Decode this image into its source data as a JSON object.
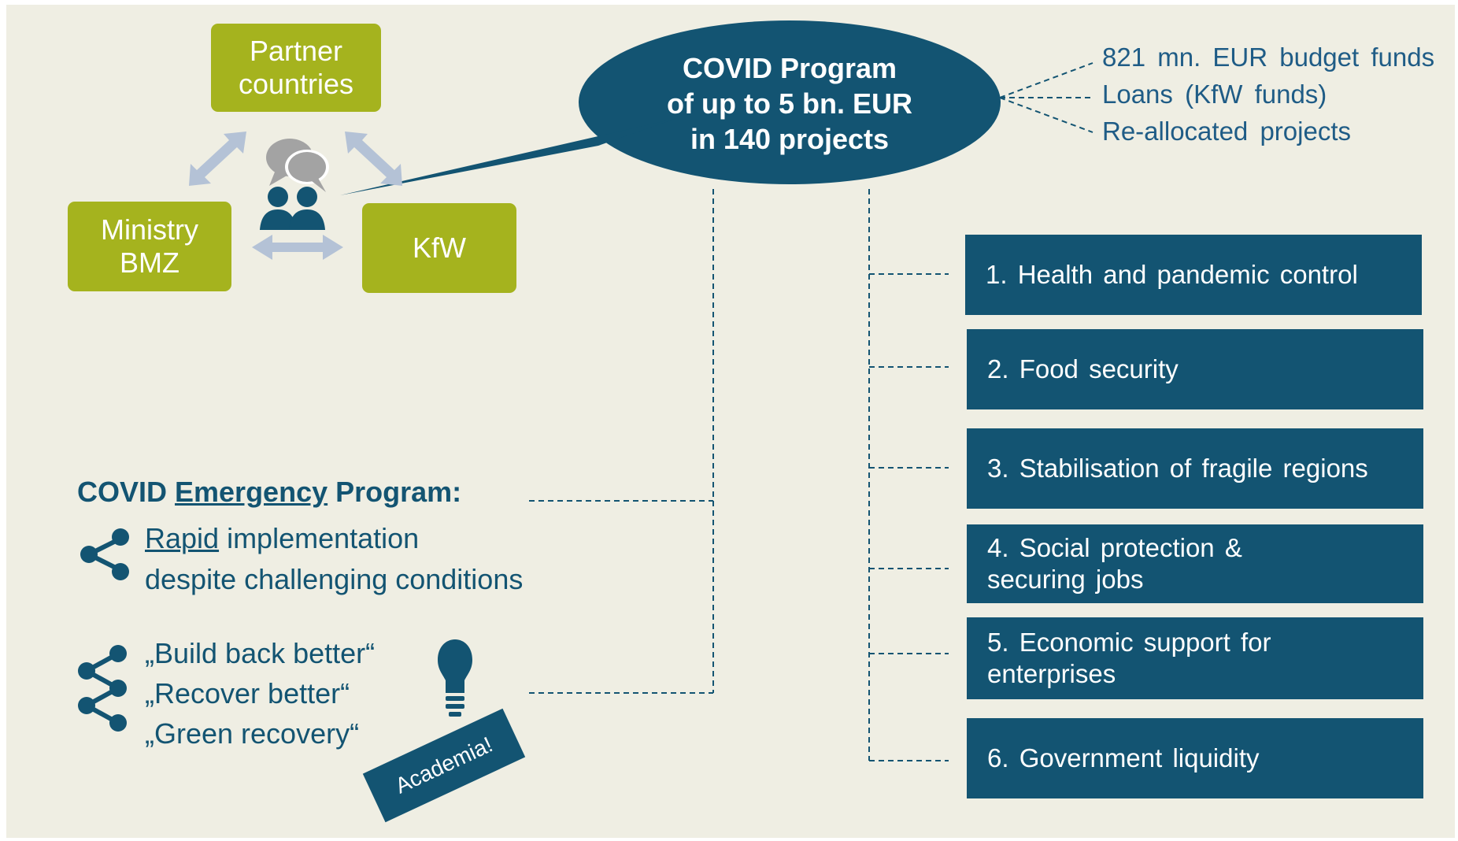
{
  "actors": {
    "partner_countries": "Partner\ncountries",
    "ministry": "Ministry\nBMZ",
    "kfw": "KfW"
  },
  "program": {
    "line1": "COVID Program",
    "line2": "of up to 5 bn. EUR",
    "line3": "in 140 projects"
  },
  "funding": [
    "821 mn. EUR budget funds",
    "Loans (KfW funds)",
    "Re-allocated projects"
  ],
  "categories": [
    {
      "line1": "1. Health and pandemic control",
      "line2": ""
    },
    {
      "line1": "2. Food security",
      "line2": ""
    },
    {
      "line1": "3. Stabilisation of fragile regions",
      "line2": ""
    },
    {
      "line1": "4. Social protection &",
      "line2": "securing jobs"
    },
    {
      "line1": "5. Economic support for",
      "line2": "enterprises"
    },
    {
      "line1": "6. Government liquidity",
      "line2": ""
    }
  ],
  "emergency": {
    "prefix": "COVID ",
    "underlined": "Emergency",
    "suffix": " Program:",
    "point1_underlined": "Rapid",
    "point1_rest": " implementation",
    "point1_line2": "despite challenging conditions"
  },
  "slogans": [
    "„Build back better“",
    "„Recover better“",
    "„Green recovery“"
  ],
  "academia": "Academia!",
  "colors": {
    "navy": "#135472",
    "green": "#a5b31e",
    "background": "#efeee3",
    "arrow": "#b4c2d6",
    "gray_icon": "#a3a3a3"
  }
}
